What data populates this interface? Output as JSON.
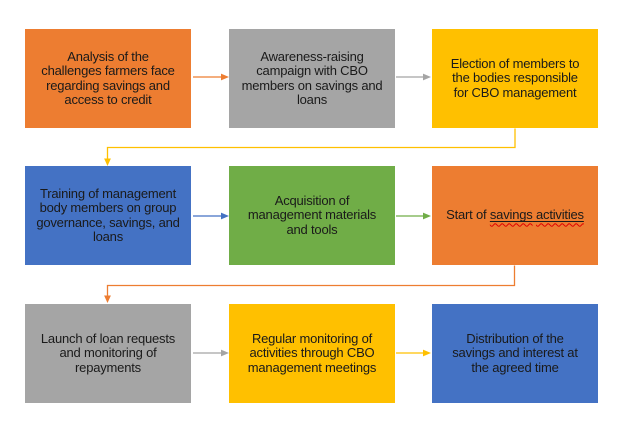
{
  "colors": {
    "background": "#FFFFFF",
    "text": "#1A1A1A",
    "spellcheck_red": "#E00000",
    "orange": "#ED7D31",
    "gray": "#A5A5A5",
    "gold": "#FFC000",
    "blue": "#4472C4",
    "green": "#70AD47"
  },
  "boxes": [
    {
      "step": 1,
      "color": "#ED7D31",
      "text": "Analysis of the\nchallenges farmers face\nregarding savings and\naccess to credit"
    },
    {
      "step": 2,
      "color": "#A5A5A5",
      "text": "Awareness-raising\ncampaign with CBO\nmembers on savings and\nloans"
    },
    {
      "step": 3,
      "color": "#FFC000",
      "text": "Election of members to\nthe bodies responsible\nfor CBO management"
    },
    {
      "step": 4,
      "color": "#4472C4",
      "text": "Training of management\nbody members on group\ngovernance, savings, and\nloans"
    },
    {
      "step": 5,
      "color": "#70AD47",
      "text": "Acquisition of\nmanagement materials\nand tools"
    },
    {
      "step": 6,
      "color": "#ED7D31",
      "runs": {
        "prefix": "Start of ",
        "word1": "savings",
        "space": " ",
        "word2": "activities"
      }
    },
    {
      "step": 7,
      "color": "#A5A5A5",
      "text": "Launch of loan requests\nand monitoring of\nrepayments"
    },
    {
      "step": 8,
      "color": "#FFC000",
      "text": "Regular monitoring of\nactivities through CBO\nmanagement meetings"
    },
    {
      "step": 9,
      "color": "#4472C4",
      "text": "Distribution of the\nsavings and interest at\nthe agreed time"
    }
  ],
  "arrows": [
    {
      "from": 1,
      "to": 2,
      "shape": "straight",
      "color": "#ED7D31"
    },
    {
      "from": 2,
      "to": 3,
      "shape": "straight",
      "color": "#A5A5A5"
    },
    {
      "from": 3,
      "to": 4,
      "shape": "elbow",
      "color": "#FFC000"
    },
    {
      "from": 4,
      "to": 5,
      "shape": "straight",
      "color": "#4472C4"
    },
    {
      "from": 5,
      "to": 6,
      "shape": "straight",
      "color": "#70AD47"
    },
    {
      "from": 6,
      "to": 7,
      "shape": "elbow",
      "color": "#ED7D31"
    },
    {
      "from": 7,
      "to": 8,
      "shape": "straight",
      "color": "#A5A5A5"
    },
    {
      "from": 8,
      "to": 9,
      "shape": "straight",
      "color": "#FFC000"
    }
  ]
}
